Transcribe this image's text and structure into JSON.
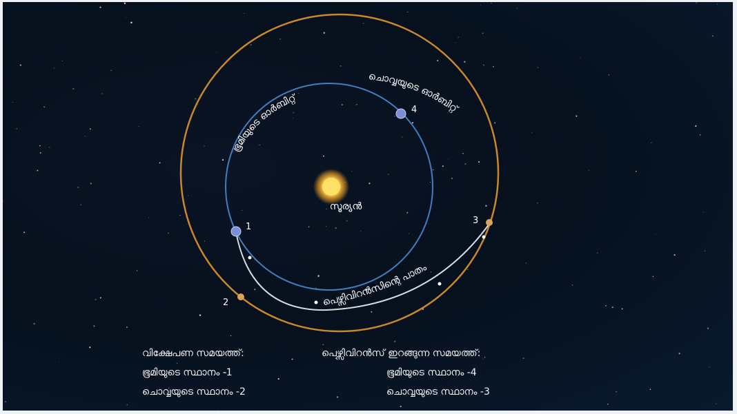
{
  "labels": {
    "mars_orbit": "ചൊവ്വയുടെ ഓർബിറ്റ്",
    "earth_orbit": "ഭൂമിയുടെ ഓർബിറ്റ്",
    "sun": "സൂര്യൻ",
    "path": "പെഴ്സിവിറൻസിന്റെ പാതം"
  },
  "positions": [
    "1",
    "2",
    "3",
    "4"
  ],
  "captions": {
    "launch_title": "വിക്ഷേപണ സമയത്ത്:",
    "launch_earth": "ഭൂമിയുടെ സ്ഥാനം -1",
    "launch_mars": "ചൊവ്വയുടെ സ്ഥാനം -2",
    "landing_title": "പെഴ്സിവിറൻസ് ഇറങ്ങുന്ന സമയത്ത്:",
    "landing_earth": "ഭൂമിയുടെ സ്ഥാനം -4",
    "landing_mars": "ചൊവ്വയുടെ സ്ഥാനം -3"
  },
  "colors": {
    "mars_orbit": "#c9892a",
    "earth_orbit": "#3f7fc0",
    "path": "#d9dde3",
    "sun": "#ffd24a",
    "earth": "#7a8fd8",
    "mars": "#d9a55a"
  }
}
